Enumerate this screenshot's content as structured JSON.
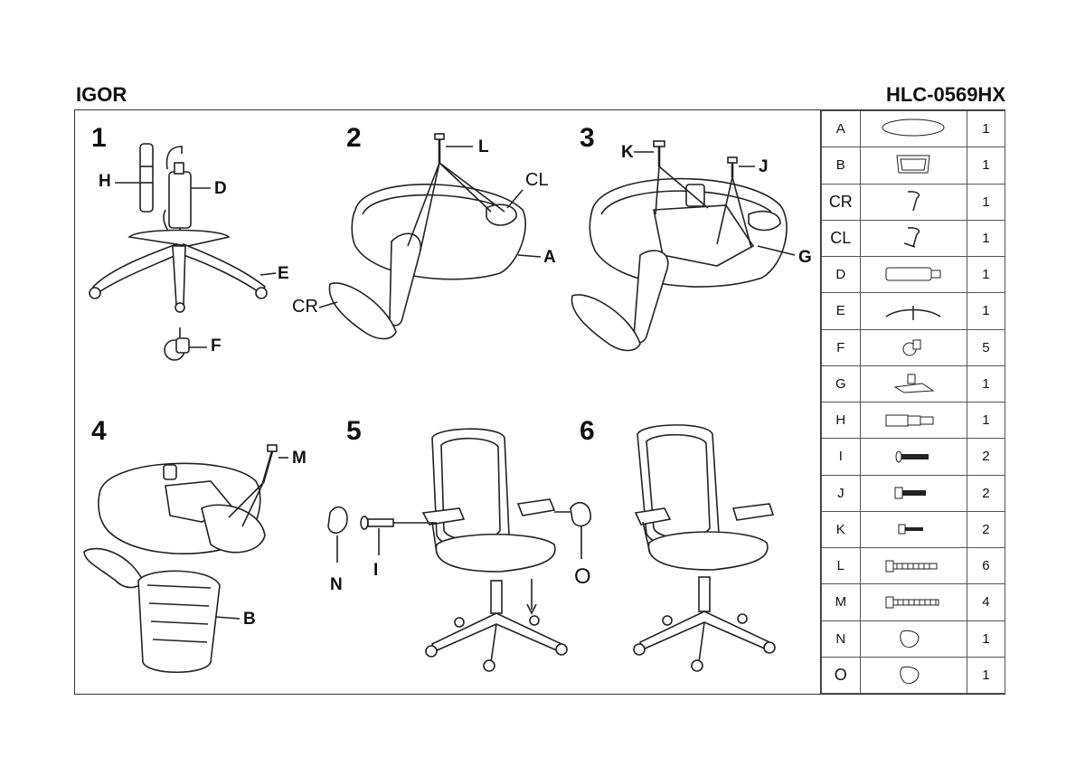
{
  "header": {
    "model_name": "IGOR",
    "model_code": "HLC-0569HX"
  },
  "steps": [
    {
      "number": "1",
      "labels": [
        "H",
        "D",
        "E",
        "F"
      ]
    },
    {
      "number": "2",
      "labels": [
        "L",
        "CL",
        "A",
        "CR"
      ]
    },
    {
      "number": "3",
      "labels": [
        "K",
        "J",
        "G"
      ]
    },
    {
      "number": "4",
      "labels": [
        "M",
        "B"
      ]
    },
    {
      "number": "5",
      "labels": [
        "N",
        "I",
        "O"
      ]
    },
    {
      "number": "6",
      "labels": []
    }
  ],
  "parts": [
    {
      "code": "A",
      "qty": "1",
      "icon": "seat-cushion-icon"
    },
    {
      "code": "B",
      "qty": "1",
      "icon": "mesh-backrest-icon"
    },
    {
      "code": "CR",
      "qty": "1",
      "icon": "armrest-right-icon"
    },
    {
      "code": "CL",
      "qty": "1",
      "icon": "armrest-left-icon"
    },
    {
      "code": "D",
      "qty": "1",
      "icon": "gas-cylinder-icon"
    },
    {
      "code": "E",
      "qty": "1",
      "icon": "star-base-icon"
    },
    {
      "code": "F",
      "qty": "5",
      "icon": "caster-wheel-icon"
    },
    {
      "code": "G",
      "qty": "1",
      "icon": "tilt-mechanism-icon"
    },
    {
      "code": "H",
      "qty": "1",
      "icon": "cylinder-cover-icon"
    },
    {
      "code": "I",
      "qty": "2",
      "icon": "long-bolt-icon"
    },
    {
      "code": "J",
      "qty": "2",
      "icon": "bolt-icon"
    },
    {
      "code": "K",
      "qty": "2",
      "icon": "small-bolt-icon"
    },
    {
      "code": "L",
      "qty": "6",
      "icon": "screw-icon"
    },
    {
      "code": "M",
      "qty": "4",
      "icon": "long-screw-icon"
    },
    {
      "code": "N",
      "qty": "1",
      "icon": "cap-cover-icon"
    },
    {
      "code": "O",
      "qty": "1",
      "icon": "cap-cover-icon"
    }
  ]
}
